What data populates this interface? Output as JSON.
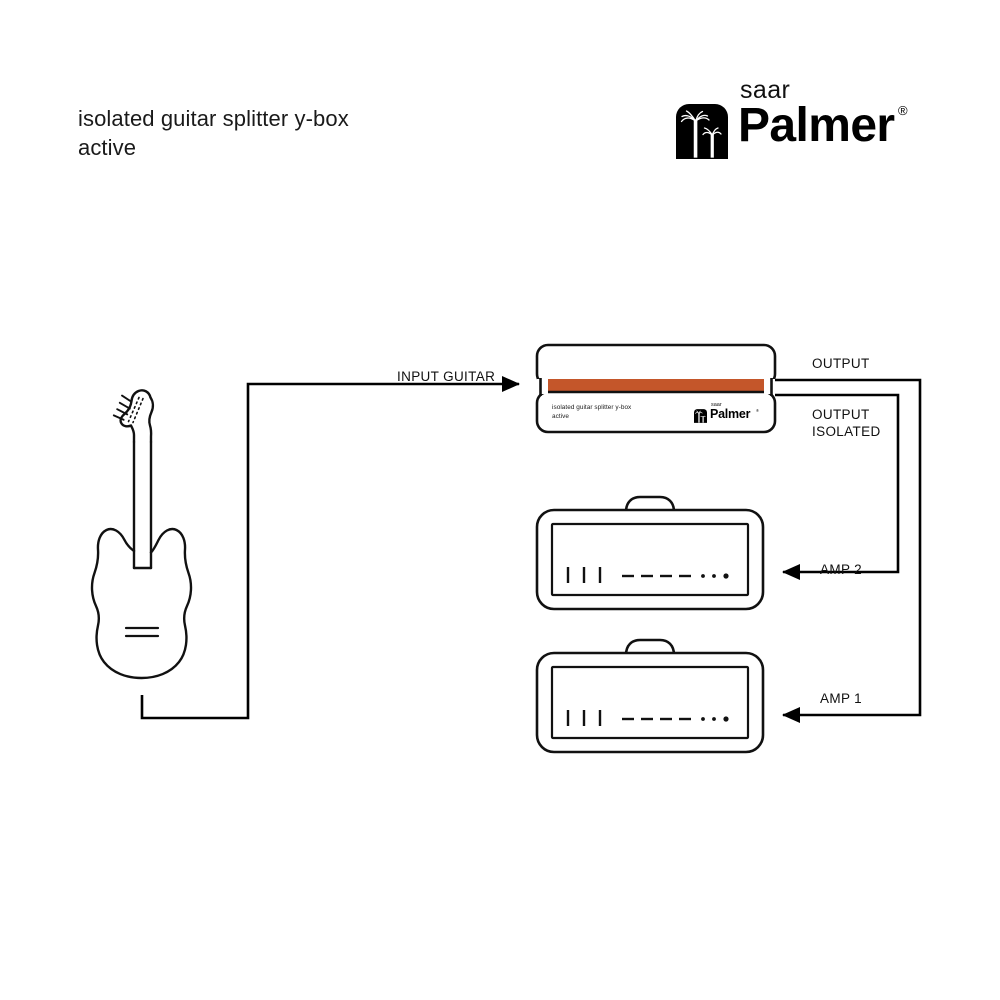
{
  "page": {
    "background_color": "#ffffff",
    "title": "isolated guitar splitter y-box\nactive"
  },
  "brand": {
    "sub": "saar",
    "name": "Palmer",
    "registered": "®",
    "mark_icon": "palm-tree-square-icon"
  },
  "device": {
    "label": "isolated guitar splitter y-box\nactive",
    "accent_color": "#c4562a",
    "body_color": "#ffffff",
    "outline_color": "#111111",
    "logo": {
      "sub": "saar",
      "name": "Palmer",
      "registered": "®",
      "mark_icon": "palm-tree-square-icon"
    }
  },
  "connections": {
    "input_guitar": "INPUT GUITAR",
    "output": "OUTPUT",
    "output_isolated": "OUTPUT\nISOLATED",
    "amp_2": "AMP 2",
    "amp_1": "AMP 1"
  },
  "equipment": {
    "guitar": {
      "icon": "electric-guitar-outline-icon"
    },
    "amplifiers": [
      {
        "name": "amp-2",
        "icon": "guitar-amplifier-outline-icon"
      },
      {
        "name": "amp-1",
        "icon": "guitar-amplifier-outline-icon"
      }
    ]
  }
}
